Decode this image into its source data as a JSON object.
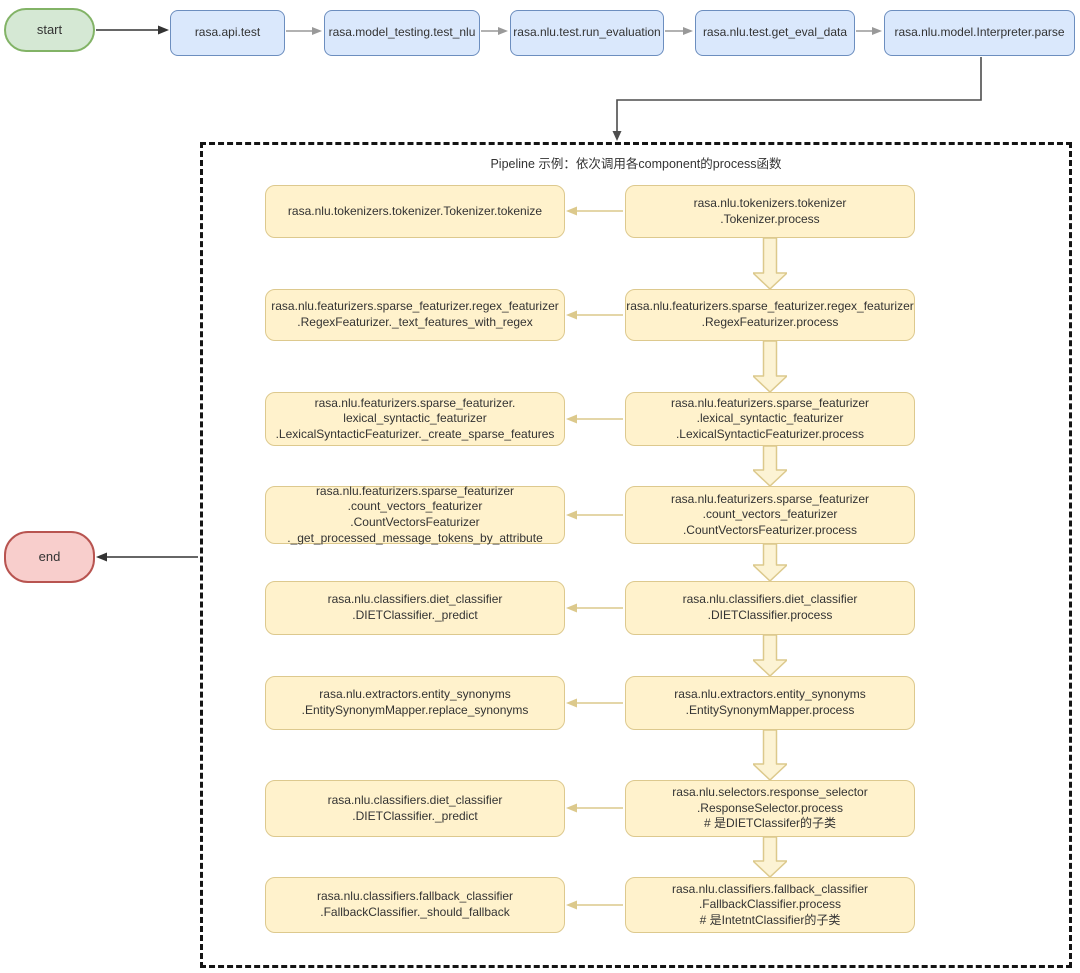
{
  "diagram": {
    "start_label": "start",
    "end_label": "end",
    "container_label": "Pipeline 示例：依次调用各component的process函数",
    "top_flow": [
      "rasa.api.test",
      "rasa.model_testing.test_nlu",
      "rasa.nlu.test.run_evaluation",
      "rasa.nlu.test.get_eval_data",
      "rasa.nlu.model.Interpreter.parse"
    ],
    "pipeline": {
      "rows": [
        {
          "process": "rasa.nlu.tokenizers.tokenizer\n.Tokenizer.process",
          "called": "rasa.nlu.tokenizers.tokenizer.Tokenizer.tokenize"
        },
        {
          "process": "rasa.nlu.featurizers.sparse_featurizer.regex_featurizer\n.RegexFeaturizer.process",
          "called": "rasa.nlu.featurizers.sparse_featurizer.regex_featurizer\n.RegexFeaturizer._text_features_with_regex"
        },
        {
          "process": "rasa.nlu.featurizers.sparse_featurizer\n.lexical_syntactic_featurizer\n.LexicalSyntacticFeaturizer.process",
          "called": "rasa.nlu.featurizers.sparse_featurizer.\nlexical_syntactic_featurizer\n.LexicalSyntacticFeaturizer._create_sparse_features"
        },
        {
          "process": "rasa.nlu.featurizers.sparse_featurizer\n.count_vectors_featurizer\n.CountVectorsFeaturizer.process",
          "called": "rasa.nlu.featurizers.sparse_featurizer\n.count_vectors_featurizer\n.CountVectorsFeaturizer\n._get_processed_message_tokens_by_attribute"
        },
        {
          "process": "rasa.nlu.classifiers.diet_classifier\n.DIETClassifier.process",
          "called": "rasa.nlu.classifiers.diet_classifier\n.DIETClassifier._predict"
        },
        {
          "process": "rasa.nlu.extractors.entity_synonyms\n.EntitySynonymMapper.process",
          "called": "rasa.nlu.extractors.entity_synonyms\n.EntitySynonymMapper.replace_synonyms"
        },
        {
          "process": "rasa.nlu.selectors.response_selector\n.ResponseSelector.process\n# 是DIETClassifer的子类",
          "called": "rasa.nlu.classifiers.diet_classifier\n.DIETClassifier._predict"
        },
        {
          "process": "rasa.nlu.classifiers.fallback_classifier\n.FallbackClassifier.process\n# 是IntetntClassifier的子类",
          "called": "rasa.nlu.classifiers.fallback_classifier\n.FallbackClassifier._should_fallback"
        }
      ]
    },
    "colors": {
      "start_fill": "#d5e8d4",
      "start_border": "#82b366",
      "end_fill": "#f8cecc",
      "end_border": "#b85450",
      "step_fill": "#dae8fc",
      "step_border": "#6c8ebf",
      "pipeline_fill": "#fff2cc",
      "pipeline_border": "#ddc98e",
      "fat_arrow_fill": "#fcf3d4",
      "fat_arrow_border": "#dcc98c",
      "connector_gray": "#999999",
      "connector_black": "#333333"
    }
  }
}
